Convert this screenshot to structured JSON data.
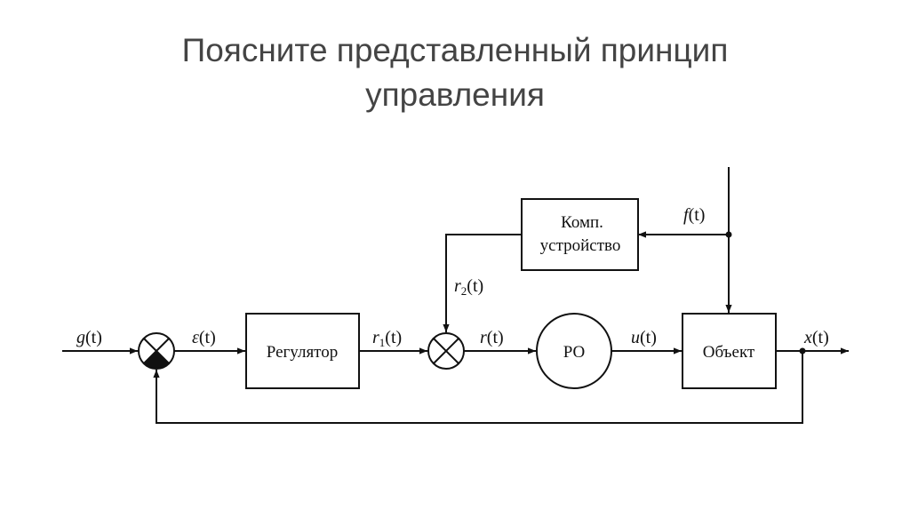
{
  "title": {
    "line1": "Поясните представленный принцип",
    "line2": "управления"
  },
  "blocks": {
    "regulator": "Регулятор",
    "po": "РО",
    "object": "Объект",
    "comp_line1": "Комп.",
    "comp_line2": "устройство"
  },
  "signals": {
    "g": "g",
    "eps": "ε",
    "r1": "r",
    "r1_sub": "1",
    "r2": "r",
    "r2_sub": "2",
    "r": "r",
    "u": "u",
    "x": "x",
    "f": "f",
    "t_arg": "(t)"
  }
}
